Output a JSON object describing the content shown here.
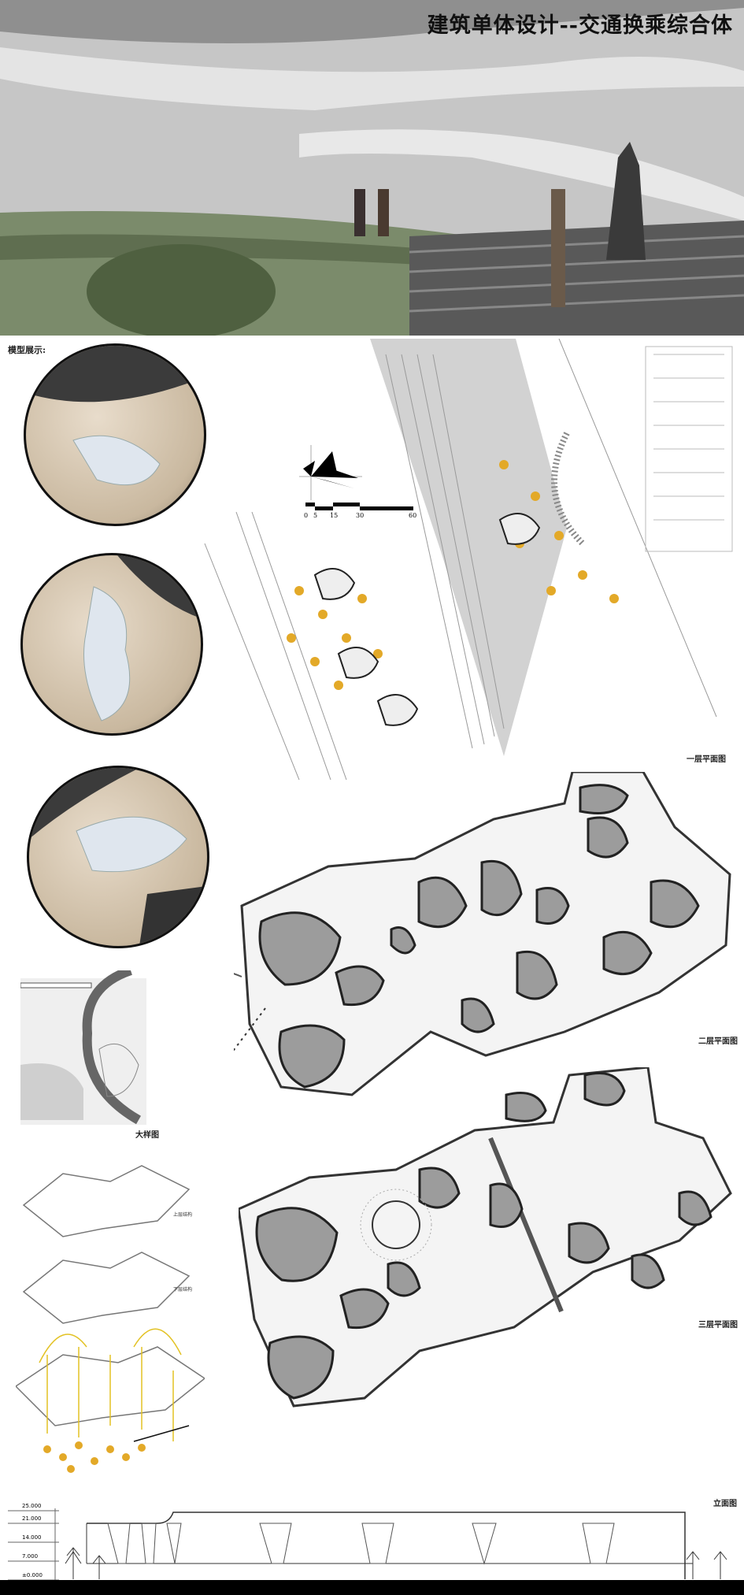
{
  "poster": {
    "title": "建筑单体设计--交通换乘综合体",
    "model_section_label": "模型展示:",
    "scale_bar": {
      "ticks": [
        "0",
        "5",
        "15",
        "30",
        "60"
      ]
    },
    "drawings": {
      "floor1": "一层平面图",
      "floor2": "二层平面图",
      "floor3": "三层平面图",
      "detail": "大样图",
      "elevation": "立面图",
      "upper_structure": "上层结构",
      "lower_structure": "下层结构"
    },
    "elevation_levels": [
      "25.000",
      "21.000",
      "14.000",
      "7.000",
      "±0.000"
    ]
  }
}
